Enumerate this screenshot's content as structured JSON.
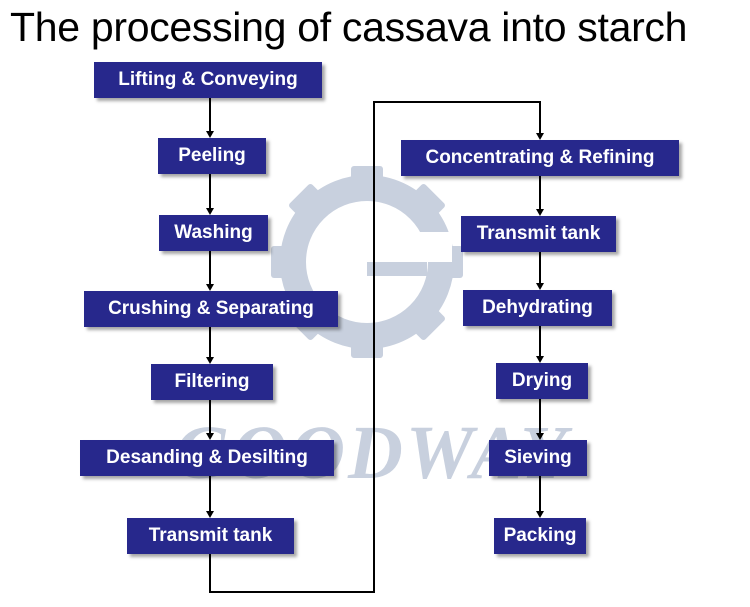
{
  "title": "The processing of cassava into starch",
  "watermark": {
    "brand": "GOODWAY",
    "color": "#c8d0de",
    "icon": "gear-g-logo"
  },
  "diagram": {
    "box_color": "#27288c",
    "text_color": "#ffffff",
    "line_color": "#000000",
    "left_steps": [
      "Lifting & Conveying",
      "Peeling",
      "Washing",
      "Crushing & Separating",
      "Filtering",
      "Desanding & Desilting",
      "Transmit tank"
    ],
    "right_steps": [
      "Concentrating & Refining",
      "Transmit tank",
      "Dehydrating",
      "Drying",
      "Sieving",
      "Packing"
    ]
  }
}
